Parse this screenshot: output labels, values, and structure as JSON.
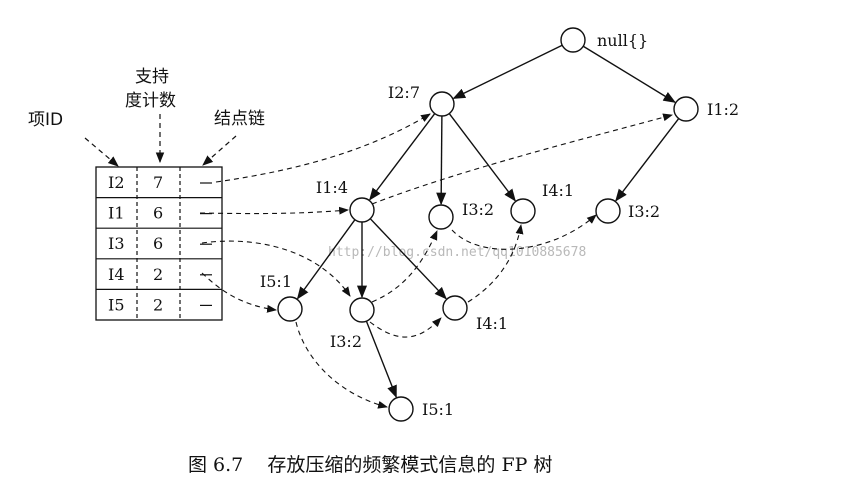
{
  "headers": {
    "item_id": "项ID",
    "support_line1": "支持",
    "support_line2": "度计数",
    "node_link": "结点链"
  },
  "table": {
    "rows": [
      {
        "item": "I2",
        "count": "7"
      },
      {
        "item": "I1",
        "count": "6"
      },
      {
        "item": "I3",
        "count": "6"
      },
      {
        "item": "I4",
        "count": "2"
      },
      {
        "item": "I5",
        "count": "2"
      }
    ]
  },
  "tree": {
    "nodes": [
      {
        "id": "root",
        "label": "null{}"
      },
      {
        "id": "i2_7",
        "label": "I2:7"
      },
      {
        "id": "i1_2",
        "label": "I1:2"
      },
      {
        "id": "i1_4",
        "label": "I1:4"
      },
      {
        "id": "i3_2a",
        "label": "I3:2"
      },
      {
        "id": "i4_1a",
        "label": "I4:1"
      },
      {
        "id": "i3_2b",
        "label": "I3:2"
      },
      {
        "id": "i5_1a",
        "label": "I5:1"
      },
      {
        "id": "i3_2c",
        "label": "I3:2"
      },
      {
        "id": "i4_1b",
        "label": "I4:1"
      },
      {
        "id": "i5_1b",
        "label": "I5:1"
      }
    ],
    "edges": [
      [
        "root",
        "i2_7"
      ],
      [
        "root",
        "i1_2"
      ],
      [
        "i2_7",
        "i1_4"
      ],
      [
        "i2_7",
        "i3_2a"
      ],
      [
        "i2_7",
        "i4_1a"
      ],
      [
        "i1_2",
        "i3_2b"
      ],
      [
        "i1_4",
        "i5_1a"
      ],
      [
        "i1_4",
        "i3_2c"
      ],
      [
        "i1_4",
        "i4_1b"
      ],
      [
        "i3_2c",
        "i5_1b"
      ]
    ]
  },
  "watermark": "http://blog.csdn.net/qq1010885678",
  "caption": "图 6.7    存放压缩的频繁模式信息的 FP 树"
}
